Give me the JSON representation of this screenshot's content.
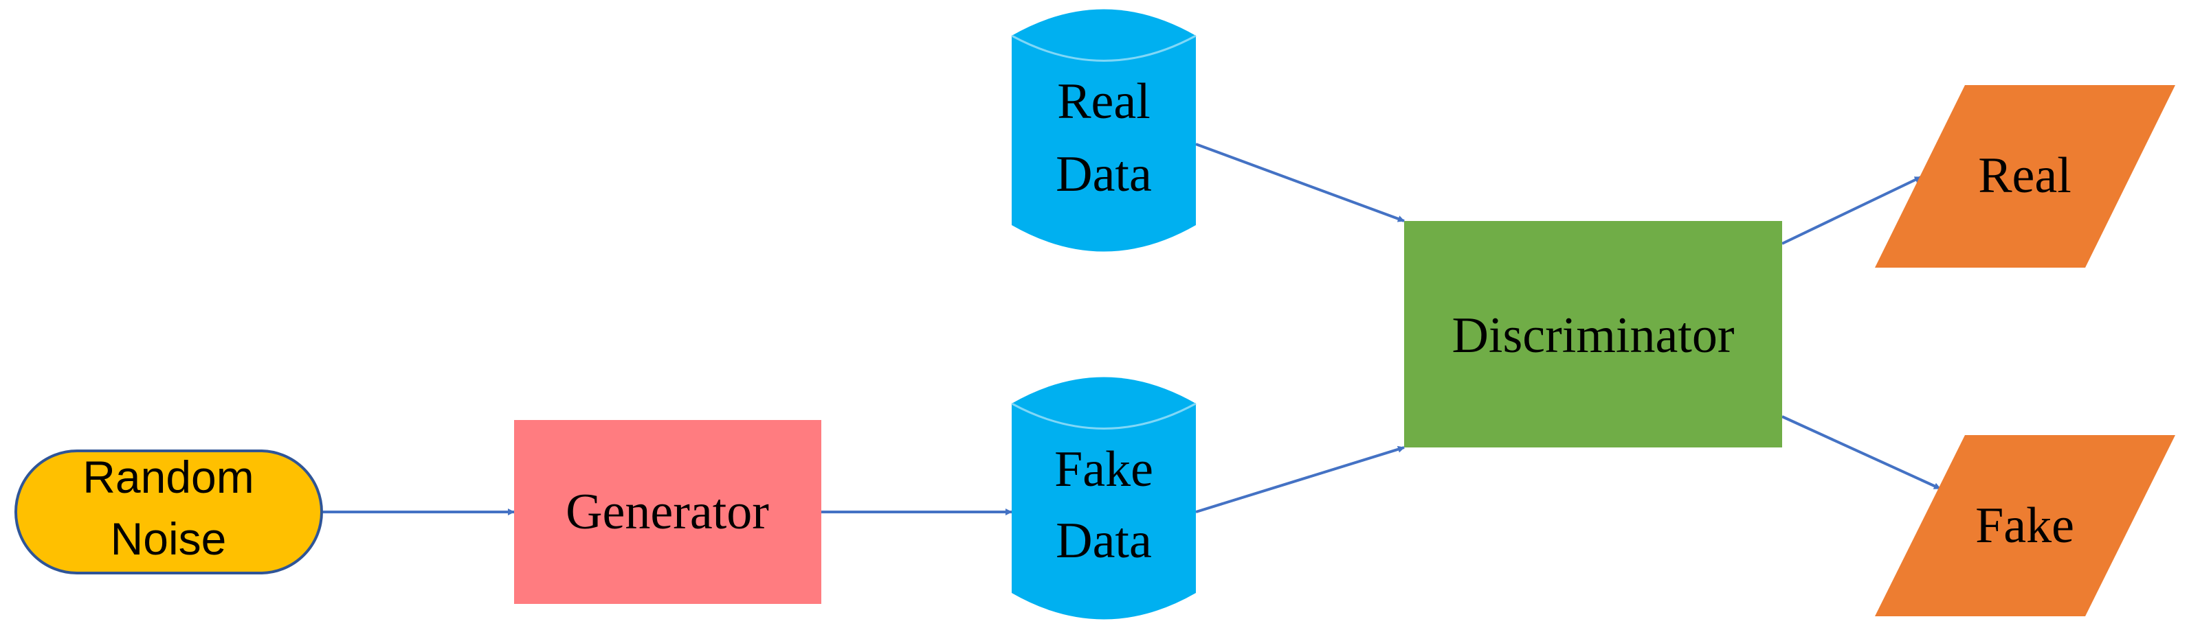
{
  "nodes": {
    "random_noise": {
      "line1": "Random",
      "line2": "Noise",
      "shape": "terminator",
      "fill": "#FFC000",
      "stroke": "#2F5597"
    },
    "generator": {
      "label": "Generator",
      "shape": "rectangle",
      "fill": "#FF7C80"
    },
    "real_data": {
      "line1": "Real",
      "line2": "Data",
      "shape": "stored-data",
      "fill": "#00B0F0"
    },
    "fake_data": {
      "line1": "Fake",
      "line2": "Data",
      "shape": "stored-data",
      "fill": "#00B0F0"
    },
    "discriminator": {
      "label": "Discriminator",
      "shape": "rectangle",
      "fill": "#70AD47"
    },
    "real_output": {
      "label": "Real",
      "shape": "parallelogram",
      "fill": "#ED7D31"
    },
    "fake_output": {
      "label": "Fake",
      "shape": "parallelogram",
      "fill": "#ED7D31"
    }
  },
  "edges": [
    {
      "from": "Random Noise",
      "to": "Generator"
    },
    {
      "from": "Generator",
      "to": "Fake Data"
    },
    {
      "from": "Real Data",
      "to": "Discriminator"
    },
    {
      "from": "Fake Data",
      "to": "Discriminator"
    },
    {
      "from": "Discriminator",
      "to": "Real"
    },
    {
      "from": "Discriminator",
      "to": "Fake"
    }
  ],
  "colors": {
    "arrow": "#4472C4"
  }
}
